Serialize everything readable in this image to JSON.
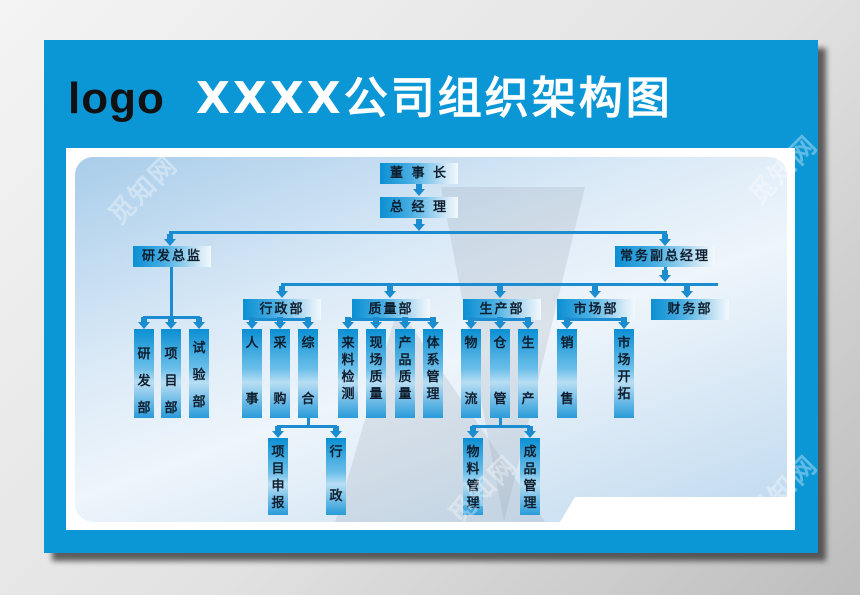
{
  "header": {
    "logo": "logo",
    "title": "XXXX公司组织架构图"
  },
  "colors": {
    "frame_blue": "#0b97d6",
    "line_blue": "#1a8ccf",
    "text_dark": "#0f1e2e"
  },
  "org": {
    "chairman": "董 事 长",
    "general_manager": "总 经 理",
    "rd_director": "研发总监",
    "exec_deputy_gm": "常务副总经理",
    "rd_units": [
      "研发部",
      "项目部",
      "试验部"
    ],
    "departments": {
      "admin": {
        "label": "行政部",
        "units": [
          "人事",
          "采购",
          "综合"
        ],
        "sub_units_of_general": [
          "项目申报",
          "行政"
        ]
      },
      "quality": {
        "label": "质量部",
        "units": [
          "来料检测",
          "现场质量",
          "产品质量",
          "体系管理"
        ]
      },
      "production": {
        "label": "生产部",
        "units": [
          "物流",
          "仓管",
          "生产"
        ],
        "sub_units_of_warehouse": [
          "物料管理",
          "成品管理"
        ]
      },
      "marketing": {
        "label": "市场部",
        "units": [
          "销售",
          "市场开拓"
        ]
      },
      "finance": {
        "label": "财务部"
      }
    }
  },
  "watermark": "觅知网"
}
